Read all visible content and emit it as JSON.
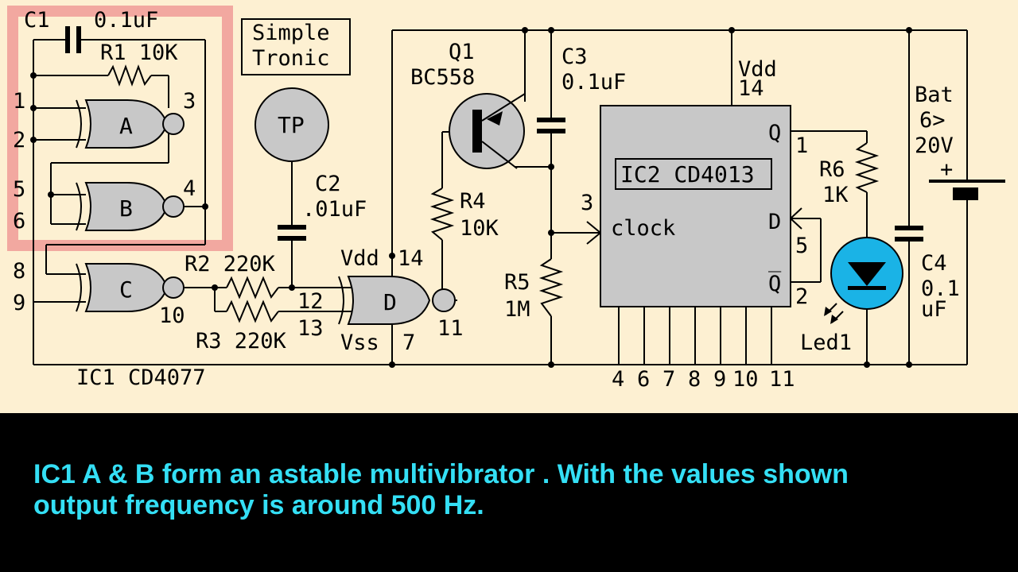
{
  "colors": {
    "background": "#fdf0d2",
    "caption_bar": "#000000",
    "caption_text": "#34dff5",
    "highlight": "#f2a8a0",
    "gate_fill": "#c8c8c8",
    "led_fill": "#1ab3e6"
  },
  "logo": {
    "line1": "Simple",
    "line2": "Tronic"
  },
  "test_point": "TP",
  "ic1": {
    "label": "IC1  CD4077",
    "gates": {
      "a": "A",
      "b": "B",
      "c": "C",
      "d": "D"
    },
    "pins": {
      "p1": "1",
      "p2": "2",
      "p3": "3",
      "p4": "4",
      "p5": "5",
      "p6": "6",
      "p8": "8",
      "p9": "9",
      "p10": "10",
      "p11": "11",
      "p12": "12",
      "p13": "13"
    },
    "vdd": "Vdd",
    "vdd_pin": "14",
    "vss": "Vss",
    "vss_pin": "7"
  },
  "components": {
    "c1": "C1",
    "c1_value": "0.1uF",
    "r1": "R1 10K",
    "q1": "Q1",
    "q1_type": "BC558",
    "c3": "C3",
    "c3_value": "0.1uF",
    "c2": "C2",
    "c2_value": ".01uF",
    "r4": "R4",
    "r4_value": "10K",
    "r5": "R5",
    "r5_value": "1M",
    "r2": "R2 220K",
    "r3": "R3 220K",
    "r6": "R6",
    "r6_value": "1K",
    "c4": "C4",
    "c4_value1": "0.1",
    "c4_value2": "uF",
    "led": "Led1",
    "bat": "Bat",
    "bat_range1": "6>",
    "bat_range2": "20V",
    "bat_plus": "+"
  },
  "ic2": {
    "title": "IC2 CD4013",
    "vdd": "Vdd",
    "vdd_pin": "14",
    "clock": "clock",
    "clock_pin": "3",
    "q": "Q",
    "q_pin": "1",
    "d": "D",
    "d_pin": "5",
    "qbar": "Q",
    "qbar_bar": "_",
    "qbar_pin": "2",
    "bottom_pins": [
      "4",
      "6",
      "7",
      "8",
      "9",
      "10",
      "11"
    ]
  },
  "caption": "IC1 A & B form an astable multivibrator . With the values shown\noutput frequency is around 500 Hz."
}
